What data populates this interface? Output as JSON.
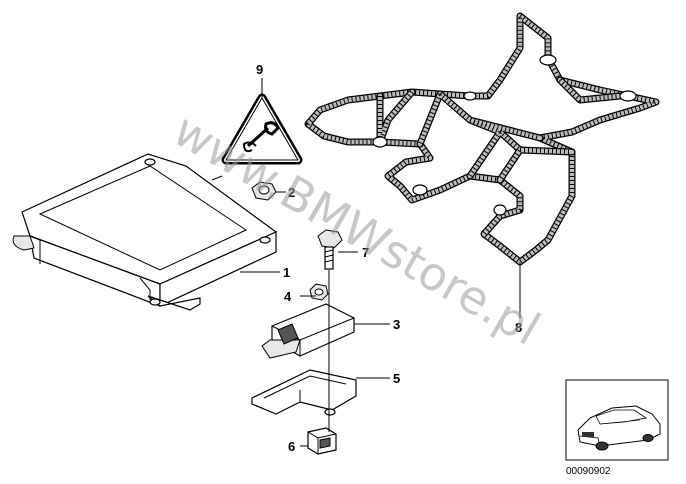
{
  "callouts": {
    "c1": "1",
    "c2": "2",
    "c3": "3",
    "c4": "4",
    "c5": "5",
    "c6": "6",
    "c7": "7",
    "c8": "8",
    "c9": "9"
  },
  "watermark": "www.BMWstore.pl",
  "part_number": "00090902"
}
